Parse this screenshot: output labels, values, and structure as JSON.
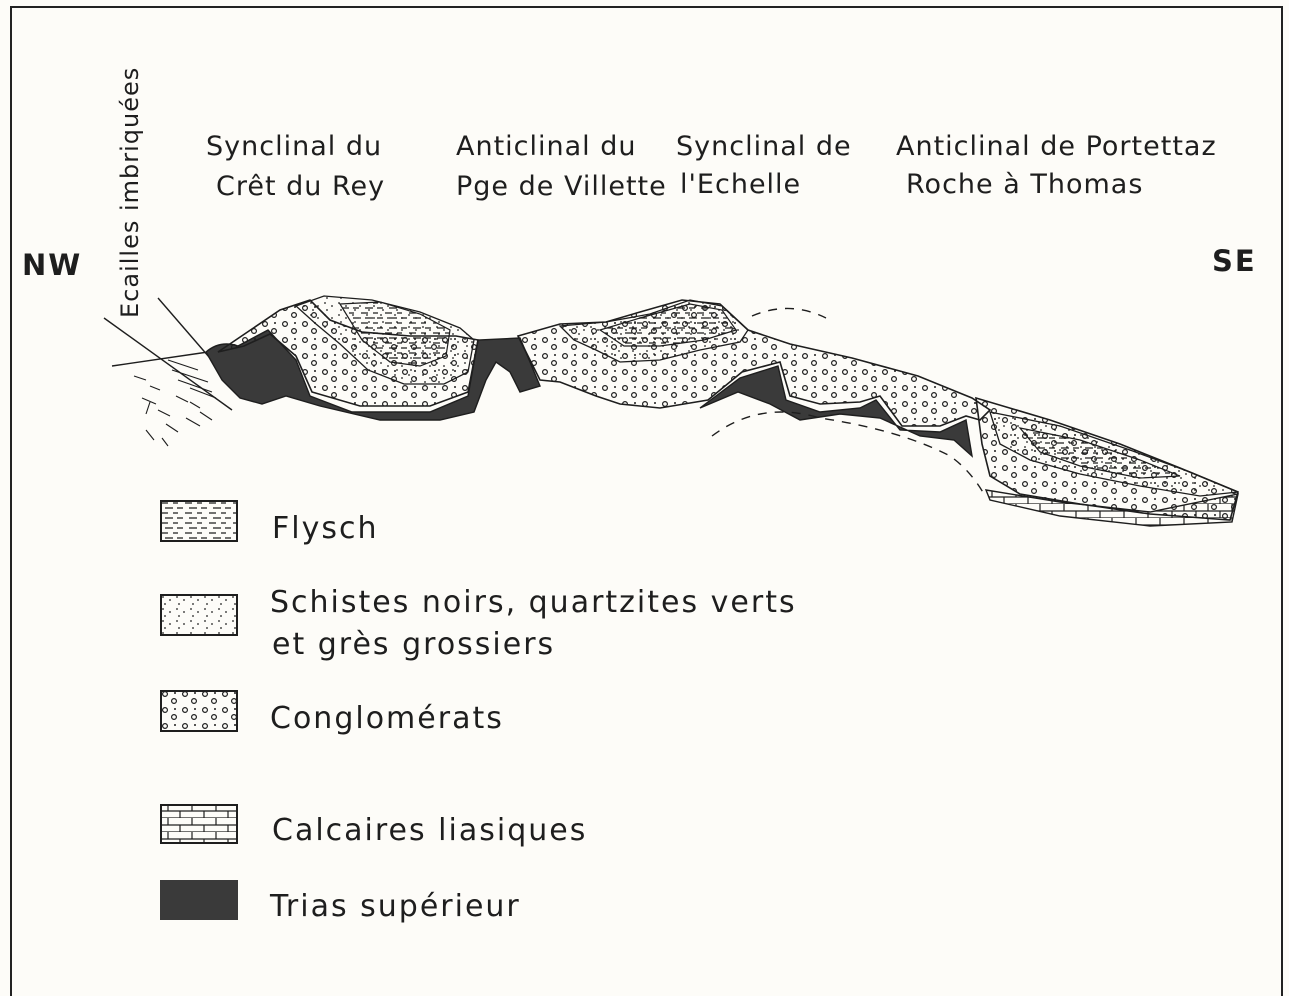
{
  "labels": {
    "ecailles": "Ecailles imbriquées",
    "synclinal_cret_line1": "Synclinal du",
    "synclinal_cret_line2": "Crêt du Rey",
    "anticlinal_villette_line1": "Anticlinal du",
    "anticlinal_villette_line2": "Pge de Villette",
    "synclinal_echelle_line1": "Synclinal de",
    "synclinal_echelle_line2": "l'Echelle",
    "anticlinal_portettaz_line1": "Anticlinal de Portettaz",
    "anticlinal_portettaz_line2": "Roche à Thomas",
    "nw": "NW",
    "se": "SE"
  },
  "legend": [
    {
      "label": "Flysch",
      "pattern": "flysch"
    },
    {
      "label_line1": "Schistes noirs, quartzites verts",
      "label_line2": "et grès grossiers",
      "pattern": "schistes"
    },
    {
      "label": "Conglomérats",
      "pattern": "conglomerats"
    },
    {
      "label": "Calcaires liasiques",
      "pattern": "calcaires"
    },
    {
      "label": "Trias supérieur",
      "pattern": "trias"
    }
  ],
  "colors": {
    "ink": "#1e1e1e",
    "trias": "#3a3a3a",
    "paper": "#fdfcf8"
  }
}
